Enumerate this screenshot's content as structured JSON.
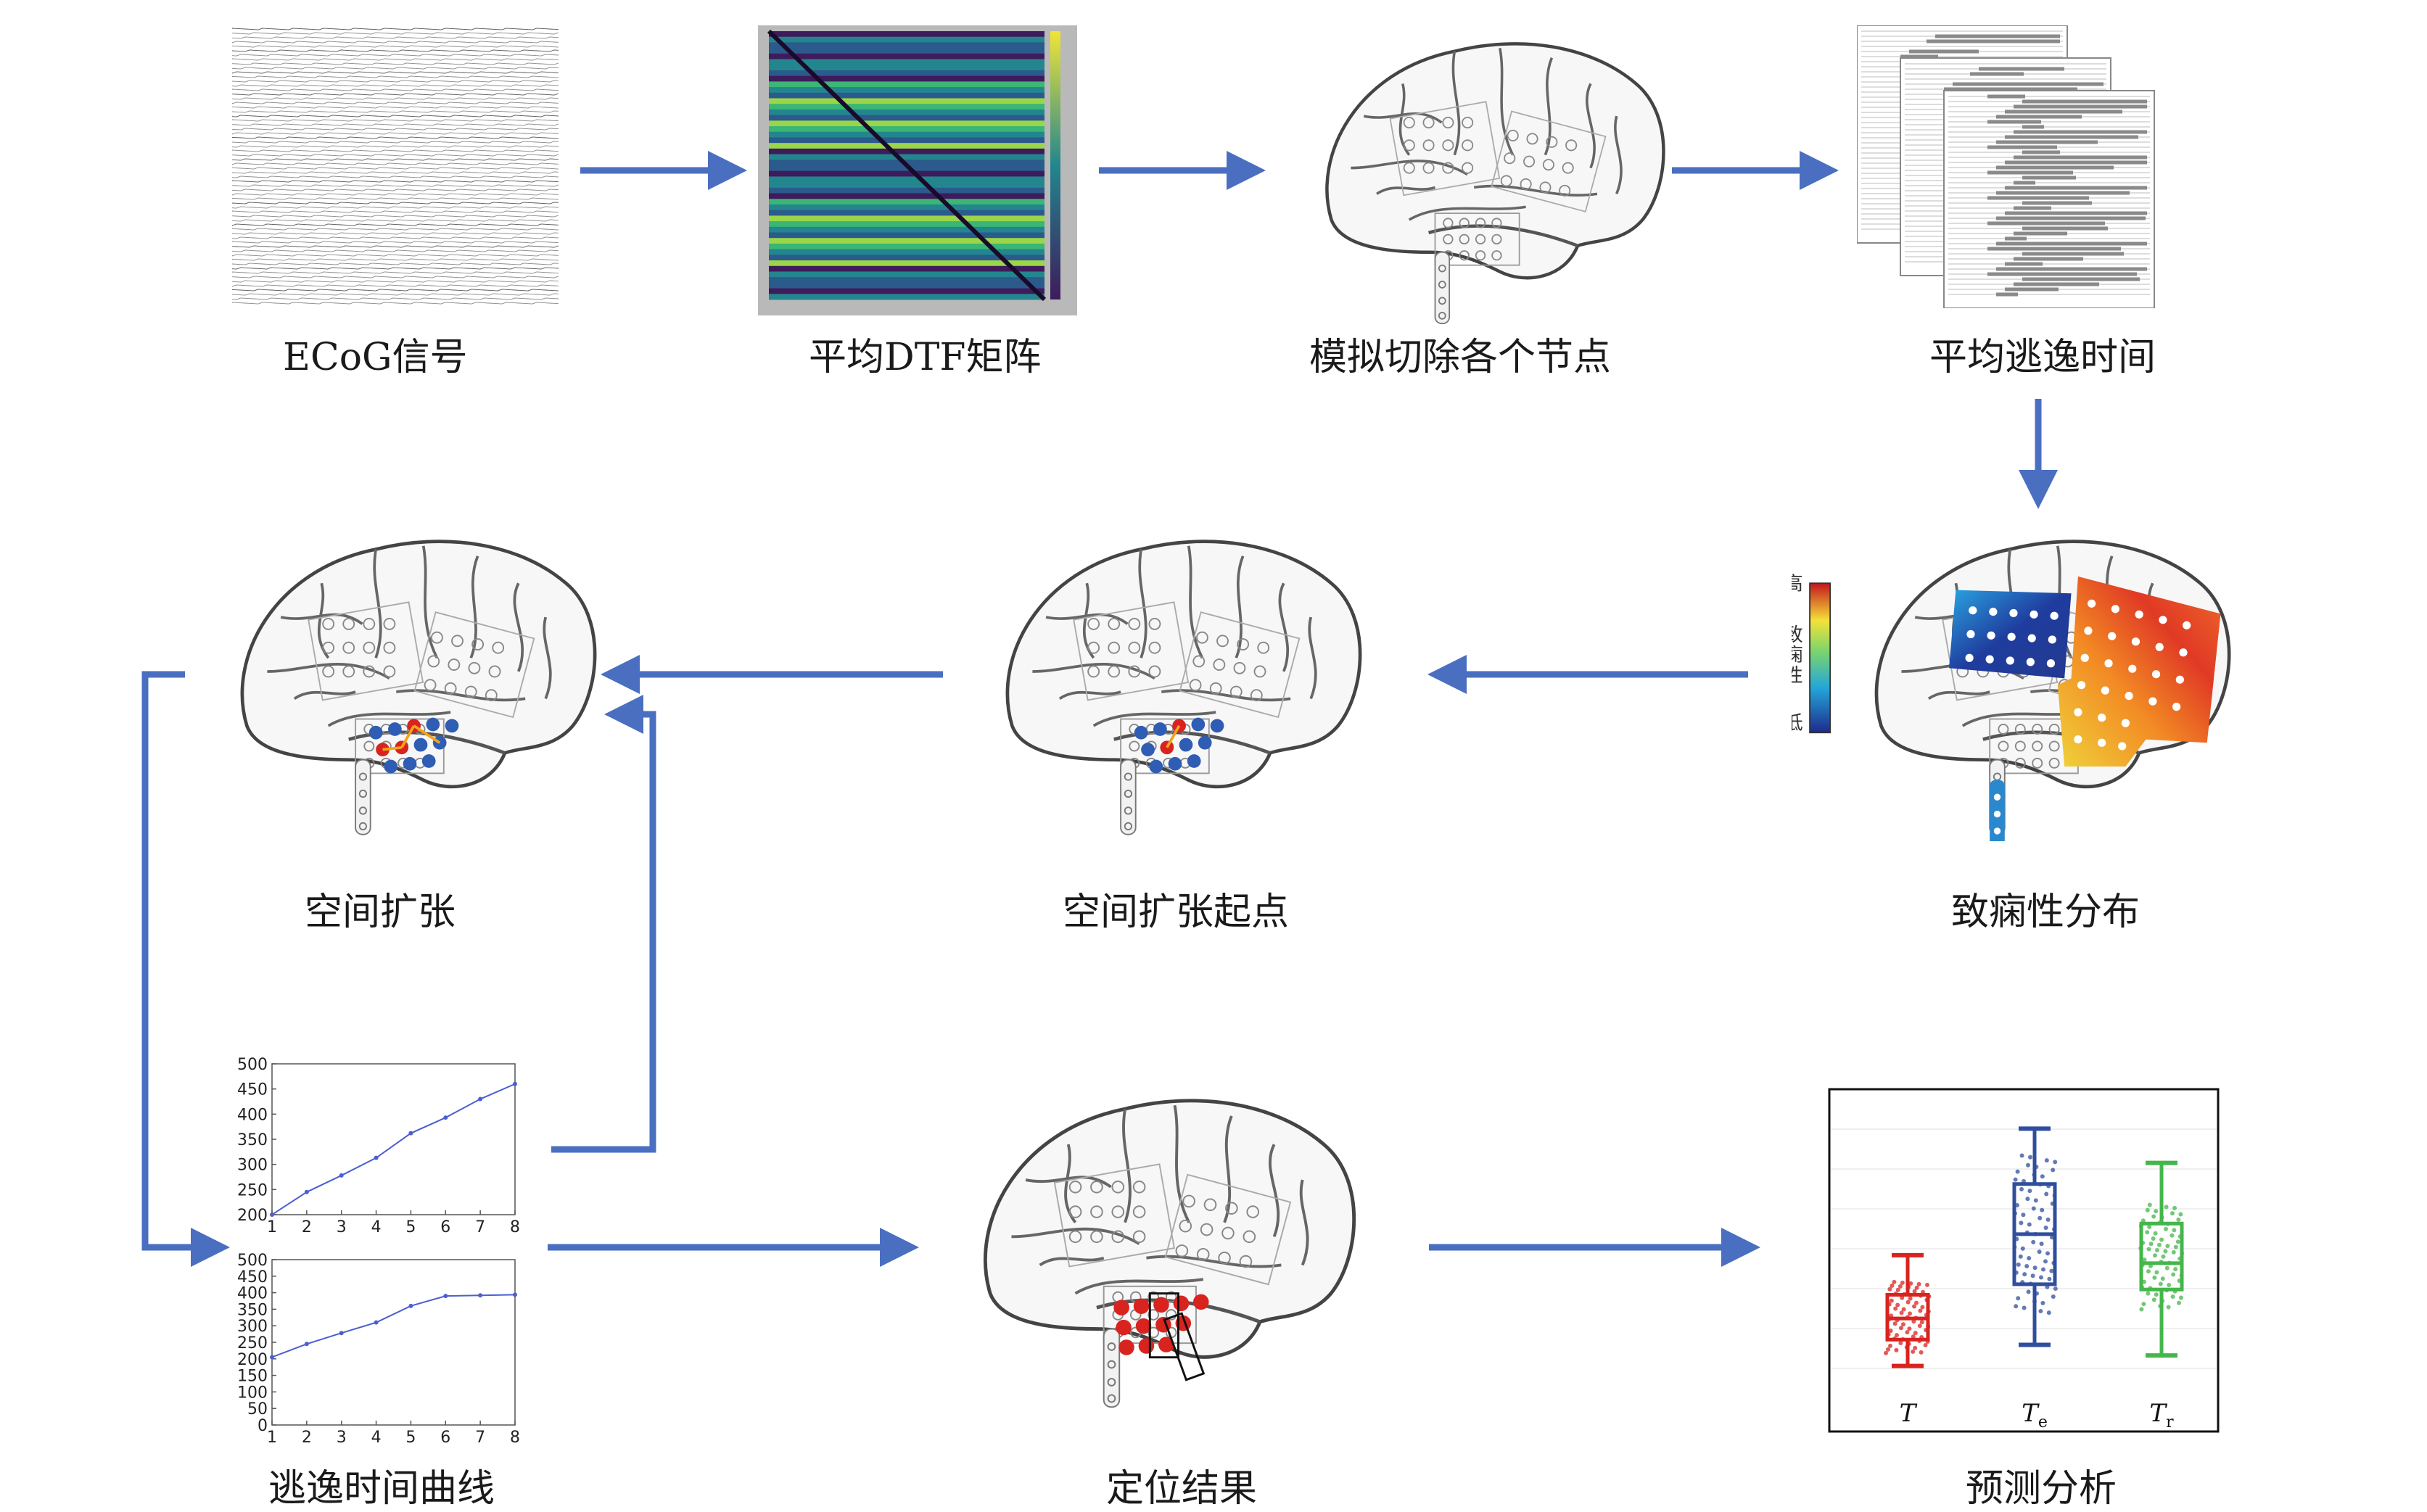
{
  "captions": {
    "ecog": "ECoG信号",
    "dtf": "平均DTF矩阵",
    "sim": "模拟切除各个节点",
    "escape": "平均逃逸时间",
    "spread": "空间扩张",
    "spread_start": "空间扩张起点",
    "epileptogenicity": "致痫性分布",
    "curve": "逃逸时间曲线",
    "localization": "定位结果",
    "prediction": "预测分析"
  },
  "colorbar_labels": {
    "high": "高",
    "c1": "致",
    "c2": "痫",
    "c3": "性",
    "low": "低"
  },
  "boxplot_labels": {
    "t": "T",
    "te": "T",
    "te_sub": "e",
    "tr": "T",
    "tr_sub": "r"
  },
  "colors": {
    "arrow": "#4a6fc1",
    "red": "#d8231f",
    "blue": "#2f4e9c",
    "green": "#44b64a"
  },
  "chart_data": [
    {
      "type": "line",
      "x": [
        1,
        2,
        3,
        4,
        5,
        6,
        7,
        8
      ],
      "values": [
        200,
        245,
        278,
        313,
        362,
        393,
        430,
        460
      ],
      "ylim": [
        200,
        500
      ],
      "yticks": [
        "500",
        "450",
        "400",
        "350",
        "300",
        "250",
        "200"
      ],
      "xticks": [
        "1",
        "2",
        "3",
        "4",
        "5",
        "6",
        "7",
        "8"
      ]
    },
    {
      "type": "line",
      "x": [
        1,
        2,
        3,
        4,
        5,
        6,
        7,
        8
      ],
      "values": [
        205,
        245,
        278,
        310,
        360,
        390,
        392,
        394
      ],
      "ylim": [
        0,
        500
      ],
      "yticks": [
        "500",
        "450",
        "400",
        "350",
        "300",
        "250",
        "200",
        "150",
        "100",
        "50",
        "0"
      ],
      "xticks": [
        "1",
        "2",
        "3",
        "4",
        "5",
        "6",
        "7",
        "8"
      ]
    },
    {
      "type": "box",
      "categories": [
        "T",
        "Te",
        "Tr"
      ],
      "series": [
        {
          "min": 0.1,
          "q1": 0.2,
          "median": 0.28,
          "q3": 0.37,
          "max": 0.52,
          "color": "#d8231f"
        },
        {
          "min": 0.18,
          "q1": 0.41,
          "median": 0.6,
          "q3": 0.79,
          "max": 1.0,
          "color": "#2f4e9c"
        },
        {
          "min": 0.14,
          "q1": 0.39,
          "median": 0.49,
          "q3": 0.64,
          "max": 0.87,
          "color": "#44b64a"
        }
      ],
      "ylim": [
        0,
        1.1
      ]
    }
  ]
}
